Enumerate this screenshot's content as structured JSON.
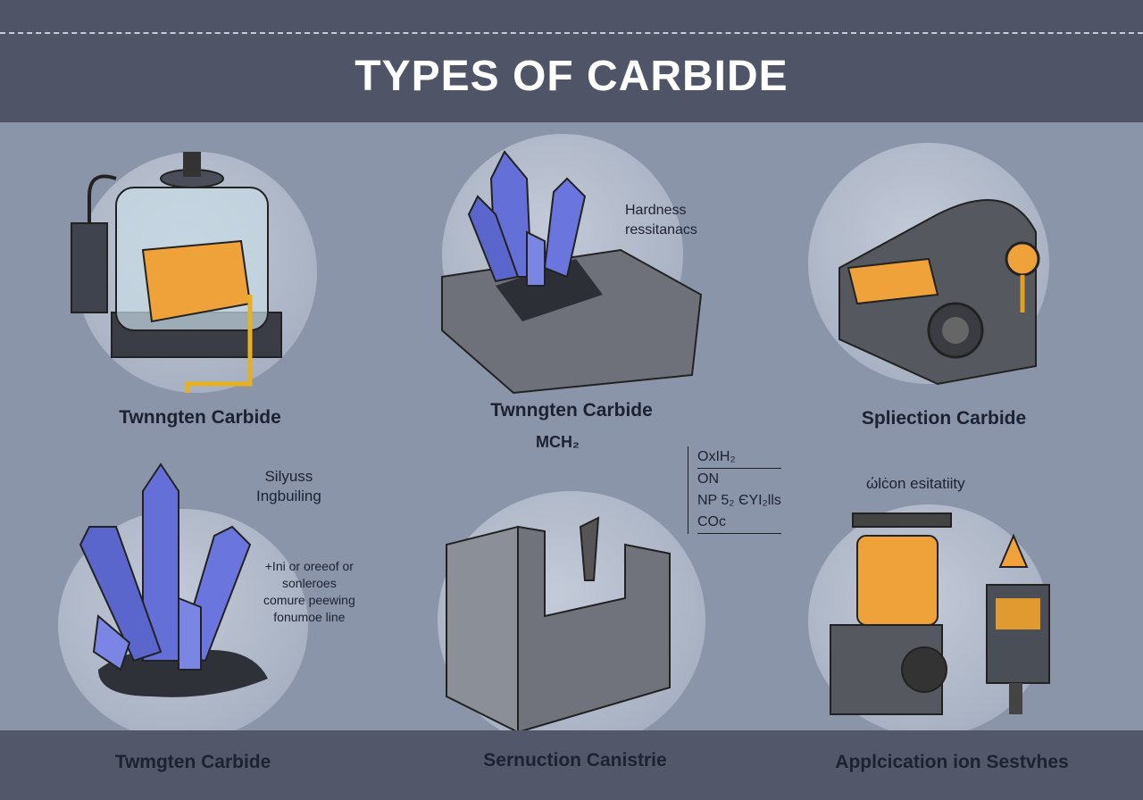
{
  "title": "TYPES OF CARBIDE",
  "panels": [
    {
      "label": "Twnngten Carbide"
    },
    {
      "label": "Twnngten Carbide",
      "note": [
        "Hardness",
        "ressitanacs"
      ],
      "formula": "MCH₂"
    },
    {
      "label": "Spliection Carbide"
    },
    {
      "label": "Twmgten Carbide",
      "note": [
        "Silyuss",
        "Ingbuiling"
      ],
      "note2": [
        "+Ini or oreeof or",
        "sonleroes",
        "comure peewing",
        "fonumoe line"
      ]
    },
    {
      "label": "Sernuction Canistrie",
      "table": [
        "OxIH₂",
        "ON",
        "NP 5₂ ЄYI₂lls",
        "COc"
      ]
    },
    {
      "label": "Applcication ion Sestvhes",
      "note": "ώlċon esitatiity"
    }
  ],
  "colors": {
    "header": "#4f5567",
    "background": "#8b95aa",
    "crystal": "#6470d8",
    "amber": "#f0a23a"
  }
}
